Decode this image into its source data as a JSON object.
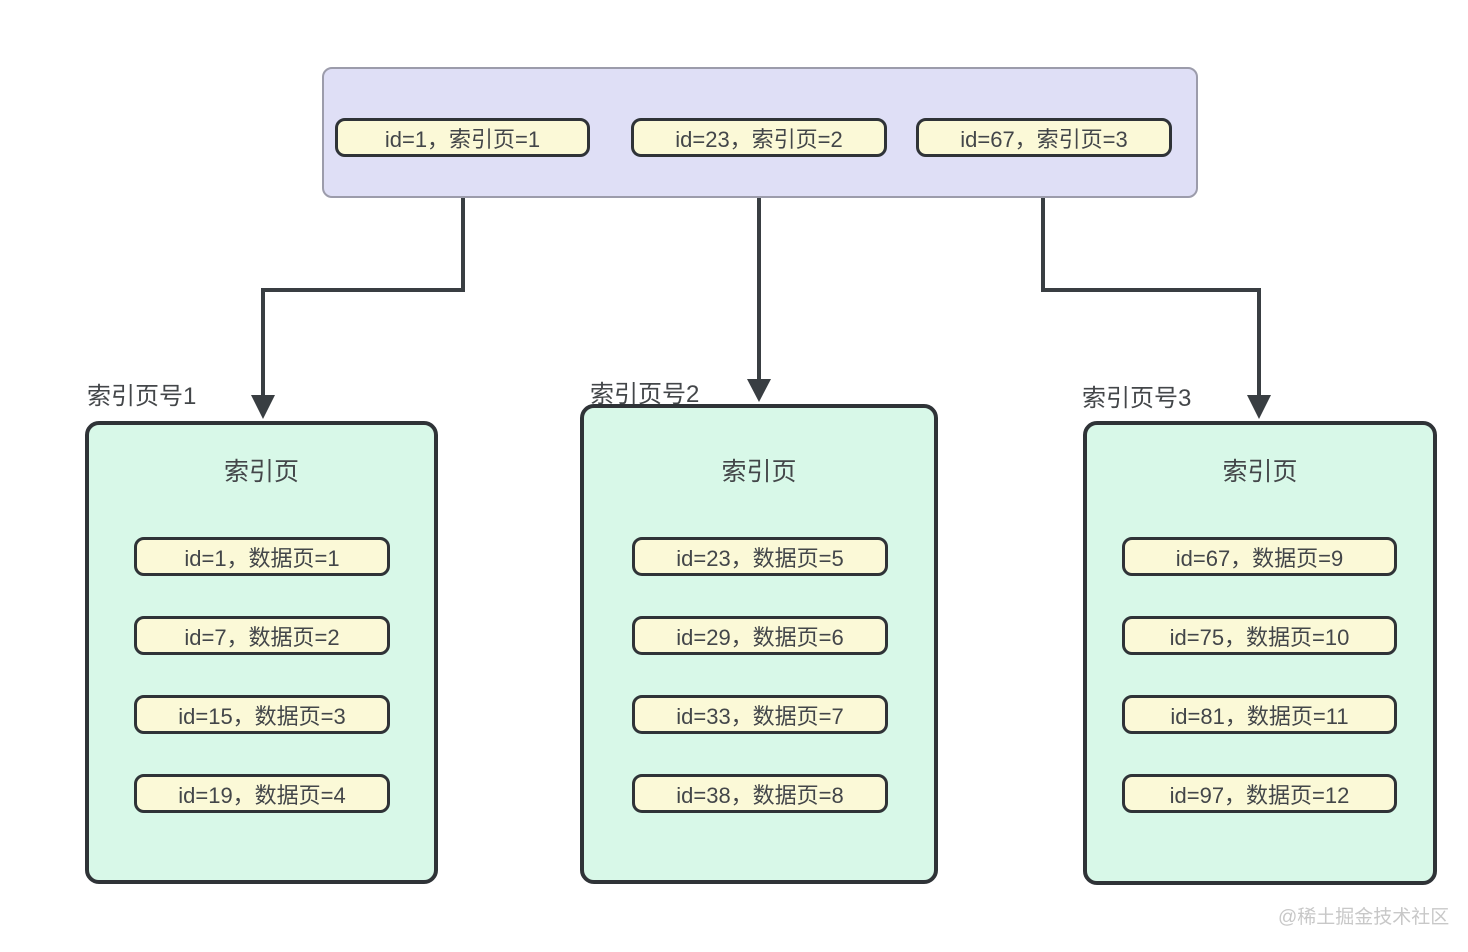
{
  "root_node": {
    "entries": [
      {
        "label": "id=1，索引页=1"
      },
      {
        "label": "id=23，索引页=2"
      },
      {
        "label": "id=67，索引页=3"
      }
    ]
  },
  "index_pages": [
    {
      "page_label": "索引页号1",
      "title": "索引页",
      "entries": [
        {
          "label": "id=1，数据页=1"
        },
        {
          "label": "id=7，数据页=2"
        },
        {
          "label": "id=15，数据页=3"
        },
        {
          "label": "id=19，数据页=4"
        }
      ]
    },
    {
      "page_label": "索引页号2",
      "title": "索引页",
      "entries": [
        {
          "label": "id=23，数据页=5"
        },
        {
          "label": "id=29，数据页=6"
        },
        {
          "label": "id=33，数据页=7"
        },
        {
          "label": "id=38，数据页=8"
        }
      ]
    },
    {
      "page_label": "索引页号3",
      "title": "索引页",
      "entries": [
        {
          "label": "id=67，数据页=9"
        },
        {
          "label": "id=75，数据页=10"
        },
        {
          "label": "id=81，数据页=11"
        },
        {
          "label": "id=97，数据页=12"
        }
      ]
    }
  ],
  "watermark": "@稀土掘金技术社区",
  "colors": {
    "root_container_fill": "#dfdff6",
    "root_container_border": "#9c9cab",
    "entry_fill": "#fbf9d7",
    "entry_border": "#2f3337",
    "index_page_fill": "#d8f8e8",
    "index_page_border": "#2f3337",
    "connector": "#393e42",
    "text": "#434649",
    "watermark": "#c8c8c8"
  }
}
